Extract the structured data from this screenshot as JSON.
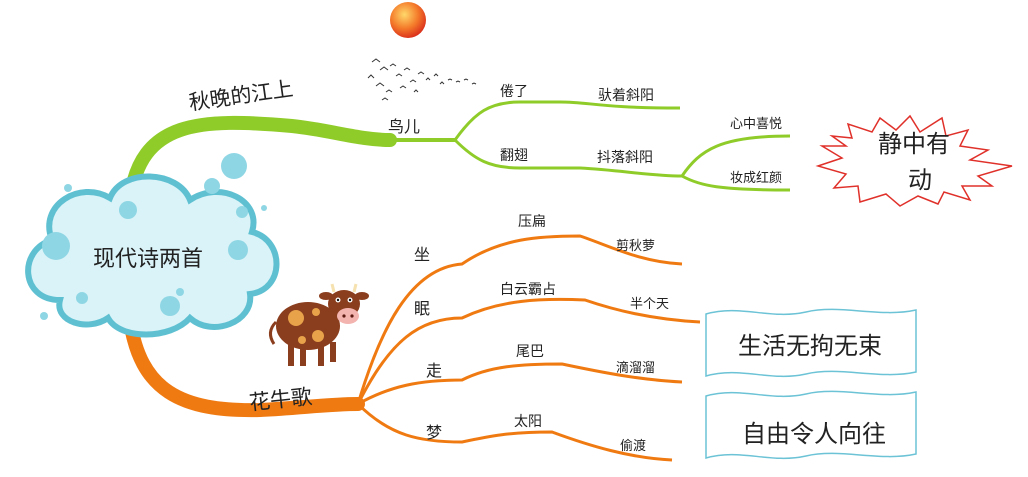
{
  "central_topic": "现代诗两首",
  "colors": {
    "poem1_branch": "#8fcc2a",
    "poem2_branch": "#f07a12",
    "cloud_fill": "#d9f3f8",
    "cloud_stroke": "#5fc0d2",
    "sun": "#e8432a",
    "starburst": "#e0302a"
  },
  "poem1": {
    "title": "秋晚的江上",
    "subject": "鸟儿",
    "actions": [
      {
        "label": "倦了",
        "detail": "驮着斜阳"
      },
      {
        "label": "翻翅",
        "detail": "抖落斜阳"
      }
    ],
    "effects": [
      "心中喜悦",
      "妆成红颜"
    ],
    "summary": "静中有动"
  },
  "poem2": {
    "title": "花牛歌",
    "actions": [
      {
        "verb": "坐",
        "object": "压扁",
        "detail": "剪秋萝"
      },
      {
        "verb": "眠",
        "object": "白云霸占",
        "detail": "半个天"
      },
      {
        "verb": "走",
        "object": "尾巴",
        "detail": "滴溜溜"
      },
      {
        "verb": "梦",
        "object": "太阳",
        "detail": "偷渡"
      }
    ],
    "summaries": [
      "生活无拘无束",
      "自由令人向往"
    ]
  },
  "icons": [
    "sun-icon",
    "bird-flock-icon",
    "cow-icon",
    "cloud-shape",
    "starburst-shape"
  ]
}
